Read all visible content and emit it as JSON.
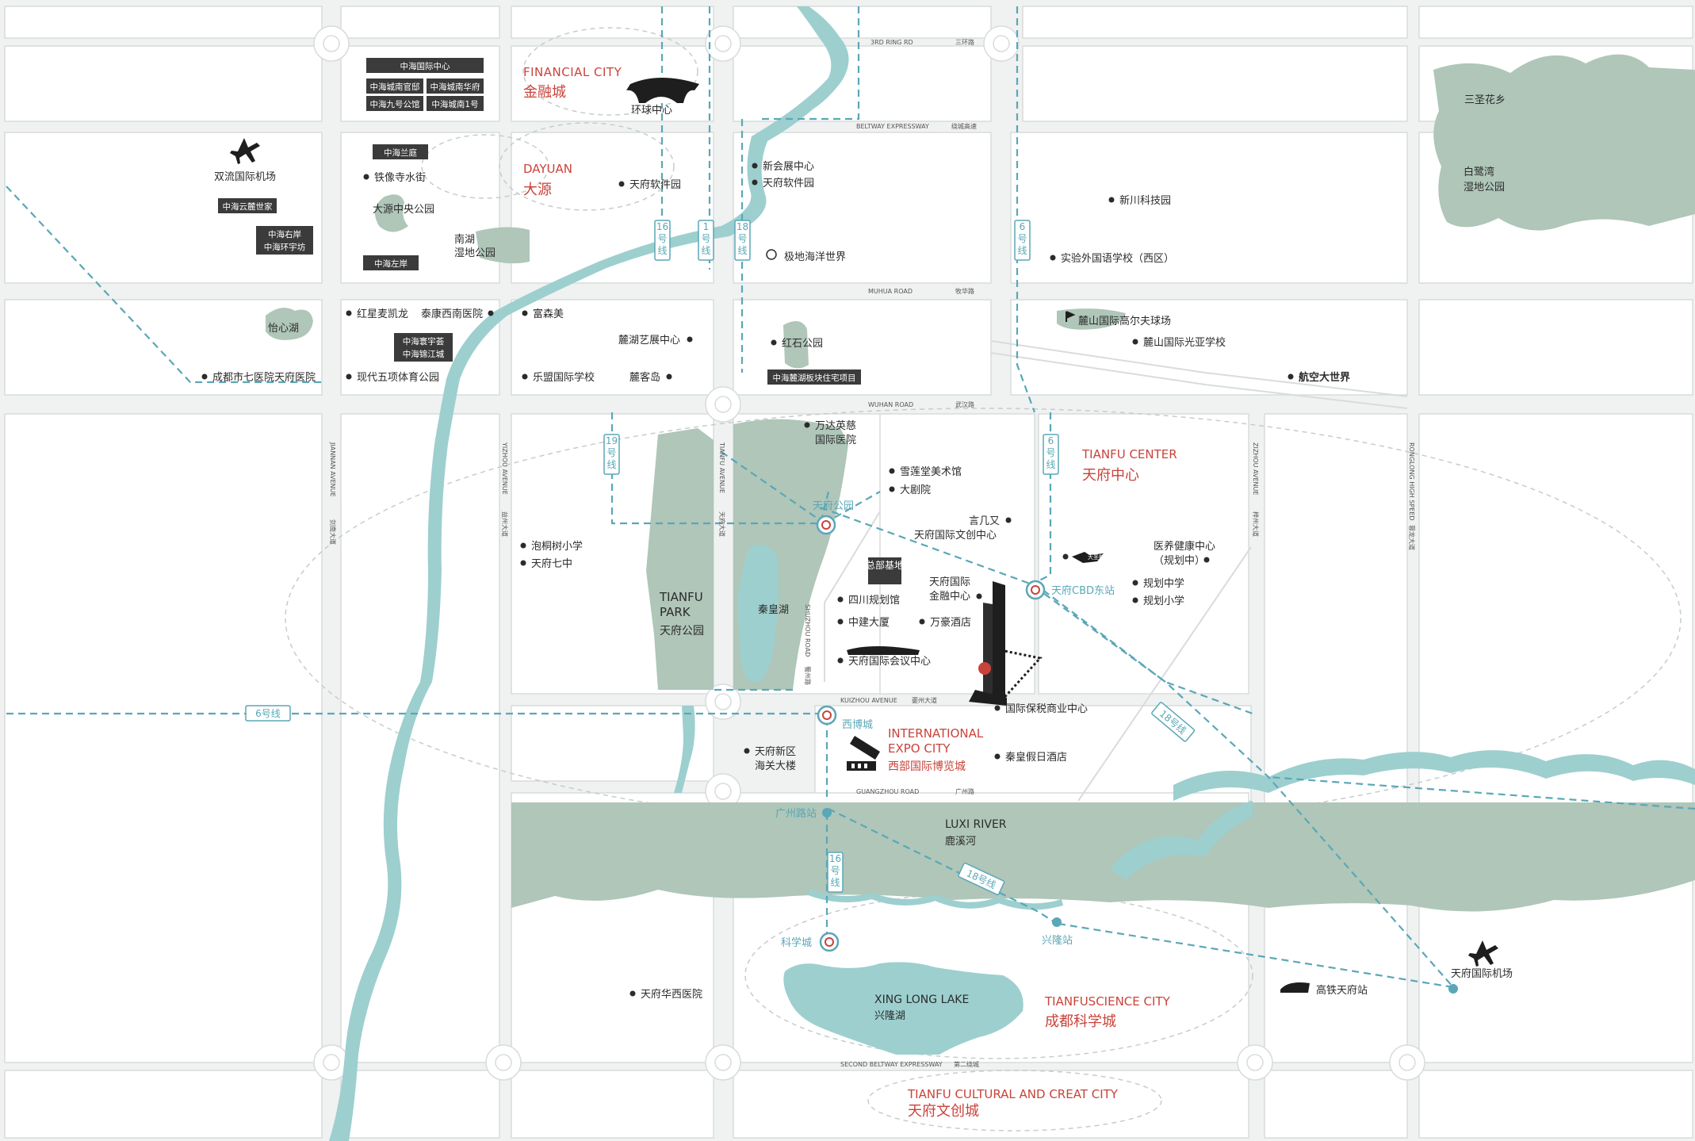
{
  "colors": {
    "background": "#ffffff",
    "block_fill": "#ffffff",
    "block_stroke": "#d9dcdc",
    "road_fill": "#f0f1f1",
    "green": "#afc6b9",
    "water": "#9dcfcf",
    "metro": "#5aa7b7",
    "accent_red": "#c9433a",
    "label_box": "#3b3b3b",
    "text_dark": "#2b2b2b",
    "text_light": "#ffffff"
  },
  "roads": {
    "third_ring": {
      "en": "3RD RING RD",
      "cn": "三环路"
    },
    "beltway": {
      "en": "BELTWAY EXPRESSWAY",
      "cn": "绕城高速"
    },
    "muhua": {
      "en": "MUHUA ROAD",
      "cn": "牧华路"
    },
    "wuhan": {
      "en": "WUHAN ROAD",
      "cn": "武汉路"
    },
    "kuizhou": {
      "en": "KUIZHOU AVENUE",
      "cn": "夔州大道"
    },
    "guangzhou": {
      "en": "GUANGZHOU ROAD",
      "cn": "广州路"
    },
    "second_beltway": {
      "en": "SECOND BELTWAY EXPRESSWAY",
      "cn": "第二绕城"
    },
    "jiannan": {
      "en": "JIANNAN AVENUE",
      "cn": "剑南大道"
    },
    "yizhou": {
      "en": "YIZHOU AVENUE",
      "cn": "益州大道"
    },
    "tianfu": {
      "en": "TIANFU AVENUE",
      "cn": "天府大道"
    },
    "shuzhou": {
      "en": "SHUZHOU ROAD",
      "cn": "蜀州路"
    },
    "zizhou": {
      "en": "ZIZHOU AVENUE",
      "cn": "梓州大道"
    },
    "ronglong": {
      "en": "RONGLONG HIGH SPEED",
      "cn": "蓉龙大道"
    }
  },
  "districts": {
    "financial_city": {
      "en": "FINANCIAL CITY",
      "cn": "金融城",
      "landmark": "环球中心"
    },
    "dayuan": {
      "en": "DAYUAN",
      "cn": "大源"
    },
    "tianfu_center": {
      "en": "TIANFU CENTER",
      "cn": "天府中心"
    },
    "tianfu_park": {
      "en1": "TIANFU",
      "en2": "PARK",
      "cn": "天府公园"
    },
    "expo_city": {
      "en1": "INTERNATIONAL",
      "en2": "EXPO CITY",
      "cn": "西部国际博览城"
    },
    "luxi_river": {
      "en": "LUXI RIVER",
      "cn": "鹿溪河"
    },
    "xinglong_lake": {
      "en": "XING LONG LAKE",
      "cn": "兴隆湖"
    },
    "science_city": {
      "en": "TIANFUSCIENCE CITY",
      "cn": "成都科学城"
    },
    "cultural_city": {
      "en": "TIANFU CULTURAL AND CREAT CITY",
      "cn": "天府文创城"
    }
  },
  "dark_labels": {
    "zhonghai_intl": "中海国际中心",
    "nan_guan_di": "中海城南官邸",
    "nan_hua_fu": "中海城南华府",
    "jiu_hao_gong_guan": "中海九号公馆",
    "nan_yi_hao": "中海城南1号",
    "lan_ting": "中海兰庭",
    "yun_lu_shi_jia": "中海云麓世家",
    "you_an": "中海右岸",
    "huan_yu_fang": "中海环宇坊",
    "zuo_an": "中海左岸",
    "huan_yu_hui": "中海寰宇荟",
    "jin_jiang_cheng": "中海锦江城",
    "lu_hu_project": "中海麓湖板块住宅项目",
    "zong_bu_ji_di": "总部基地"
  },
  "poi": {
    "shuangliu_airport": "双流国际机场",
    "tiexiang_temple": "铁像寺水街",
    "dayuan_park": "大源中央公园",
    "nanhu_wetland_1": "南湖",
    "nanhu_wetland_2": "湿地公园",
    "tianfu_software_1": "天府软件园",
    "new_expo": "新会展中心",
    "tianfu_software_2": "天府软件园",
    "polar_ocean": "极地海洋世界",
    "xinchuan_tech": "新川科技园",
    "shiyan_school": "实验外国语学校（西区）",
    "yixin_lake": "怡心湖",
    "hongxing": "红星麦凯龙",
    "taikang": "泰康西南医院",
    "fusenmei": "富森美",
    "luhu_art": "麓湖艺展中心",
    "hongshi_park": "红石公园",
    "lushan_golf": "麓山国际高尔夫球场",
    "lushan_school": "麓山国际光亚学校",
    "hangkong": "航空大世界",
    "seventh_hospital": "成都市七医院天府医院",
    "five_sports_park": "现代五项体育公园",
    "lemeng_school": "乐盟国际学校",
    "luke_island": "麓客岛",
    "wanda_hospital_1": "万达英慈",
    "wanda_hospital_2": "国际医院",
    "xuelian": "雪莲堂美术馆",
    "theater": "大剧院",
    "yanjiyou": "言几又",
    "cultural_center": "天府国际文创中心",
    "paotong_school": "泡桐树小学",
    "tianfu_seven": "天府七中",
    "sichuan_planning": "四川规划馆",
    "zhongjian": "中建大厦",
    "tianfu_financial_1": "天府国际",
    "tianfu_financial_2": "金融中心",
    "wanhao": "万豪酒店",
    "convention": "天府国际会议中心",
    "dasheng_logo": "大圣熊",
    "medical_1": "医养健康中心",
    "medical_2": "（规划中）",
    "plan_middle": "规划中学",
    "plan_primary": "规划小学",
    "bonded": "国际保税商业中心",
    "qinhuang_lake": "秦皇湖",
    "qinhuang_hotel": "秦皇假日酒店",
    "customs_1": "天府新区",
    "customs_2": "海关大楼",
    "huaxi_hospital": "天府华西医院",
    "sansheng": "三圣花乡",
    "bailu_1": "白鹭湾",
    "bailu_2": "湿地公园",
    "tianfu_airport": "天府国际机场",
    "hsr_station": "高铁天府站"
  },
  "stations": {
    "tianfu_park": "天府公园",
    "cbd_east": "天府CBD东站",
    "xibo": "西博城",
    "guangzhou_rd": "广州路站",
    "kexue": "科学城",
    "xinglong": "兴隆站"
  },
  "metro_lines": {
    "l16a": [
      "16",
      "号",
      "线"
    ],
    "l1": [
      "1",
      "号",
      "线"
    ],
    "l18a": [
      "18",
      "号",
      "线"
    ],
    "l6a": [
      "6",
      "号",
      "线"
    ],
    "l19": [
      "19",
      "号",
      "线"
    ],
    "l6b": [
      "6",
      "号",
      "线"
    ],
    "l16b": [
      "16",
      "号",
      "线"
    ],
    "l6h": "6号线",
    "l18b": "18号线",
    "l18c": "18号线"
  }
}
